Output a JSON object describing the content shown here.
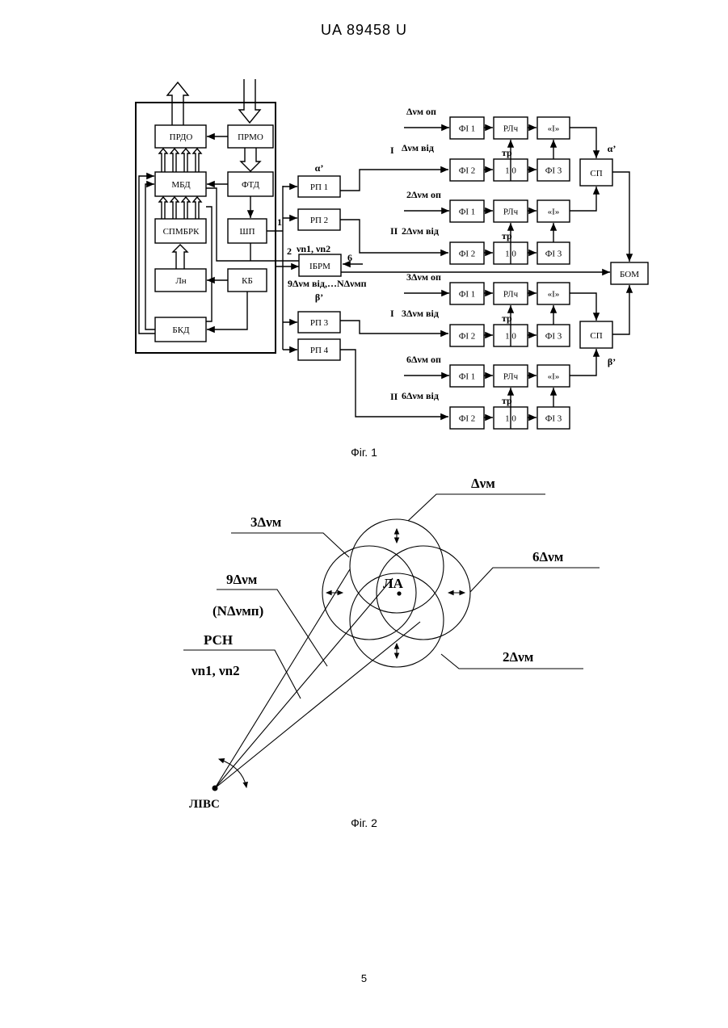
{
  "header": {
    "doc_id": "UA   89458   U"
  },
  "page_number": "5",
  "fig1": {
    "caption": "Фіг. 1",
    "left_blocks": {
      "prdo": "ПРДО",
      "prmo": "ПРМО",
      "mbd": "МБД",
      "ftd": "ФТД",
      "spmbrk": "СПМБРК",
      "shp": "ШП",
      "ln": "Лн",
      "kb": "КБ",
      "bkd": "БКД"
    },
    "rp": {
      "rp1": "РП 1",
      "rp2": "РП 2",
      "rp3": "РП 3",
      "rp4": "РП 4"
    },
    "ibrm": "ІБРМ",
    "bom": "БОМ",
    "sp_top": "СП",
    "sp_bot": "СП",
    "fi1": "ФІ 1",
    "fi2": "ФІ 2",
    "fi3": "ФІ 3",
    "rlch": "РЛч",
    "int_block": "«І»",
    "tr": "тр",
    "bits": "1 0",
    "alpha": "α’",
    "beta": "β’",
    "num_1": "1",
    "num_2": "2",
    "num_6": "6",
    "nu_n": "νn1, νn2",
    "nu_m_list": "9Δνм від,…NΔνмп",
    "roman_I": "I",
    "roman_II": "II",
    "row_labels": [
      "Δνм оп",
      "Δνм від",
      "2Δνм оп",
      "2Δνм від",
      "3Δνм оп",
      "3Δνм від",
      "6Δνм оп",
      "6Δνм від"
    ]
  },
  "fig2": {
    "caption": "Фіг. 2",
    "labels": {
      "dnu_m": "Δνм",
      "three_dnu": "3Δνм",
      "six_dnu": "6Δνм",
      "nine_dnu": "9Δνм",
      "n_dnu": "(NΔνмп)",
      "rsn": "РСН",
      "nu_n": "νn1, νn2",
      "two_dnu": "2Δνм",
      "la": "ЛА",
      "livs": "ЛІВС"
    }
  }
}
